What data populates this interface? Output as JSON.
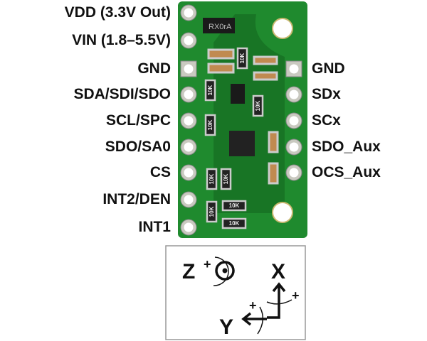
{
  "left_pins": [
    {
      "label": "VDD (3.3V Out)"
    },
    {
      "label": "VIN (1.8–5.5V)"
    },
    {
      "label": "GND"
    },
    {
      "label": "SDA/SDI/SDO"
    },
    {
      "label": "SCL/SPC"
    },
    {
      "label": "SDO/SA0"
    },
    {
      "label": "CS"
    },
    {
      "label": "INT2/DEN"
    },
    {
      "label": "INT1"
    }
  ],
  "right_pins": [
    {
      "label": "GND"
    },
    {
      "label": "SDx"
    },
    {
      "label": "SCx"
    },
    {
      "label": "SDO_Aux"
    },
    {
      "label": "OCS_Aux"
    }
  ],
  "board": {
    "color": "#1f8a2e",
    "regulator_marking": "RX0rA",
    "resistor_marking": "10K"
  },
  "axes": {
    "z_label": "Z",
    "x_label": "X",
    "y_label": "Y",
    "plus": "+"
  }
}
